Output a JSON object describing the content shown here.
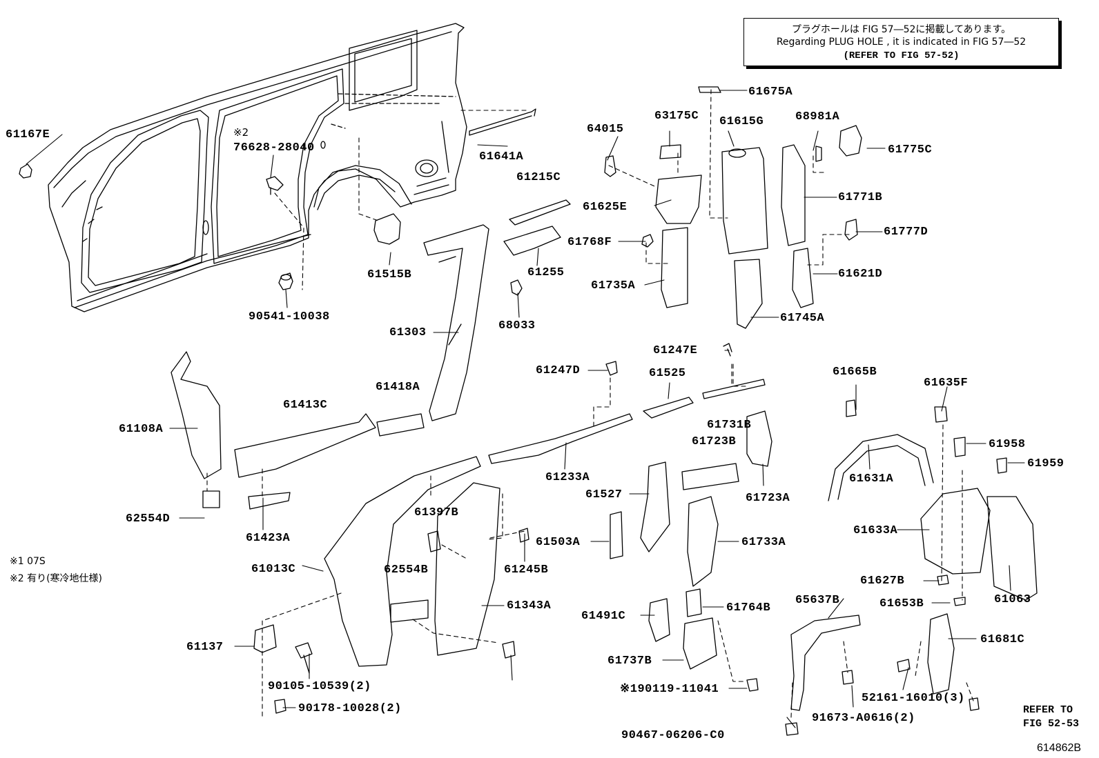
{
  "note_box": {
    "line_jp": "プラグホールは FIG 57―52に掲載してあります。",
    "line_en": "Regarding PLUG HOLE , it is indicated in FIG 57―52",
    "line_ref": "(REFER TO FIG 57-52)"
  },
  "part_labels": [
    "61167E",
    "76628-28040",
    "61641A",
    "61215C",
    "64015",
    "63175C",
    "61615G",
    "68981A",
    "61775C",
    "61675A",
    "61771B",
    "61625E",
    "61777D",
    "61768F",
    "61735A",
    "61621D",
    "61745A",
    "61515B",
    "61255",
    "90541-10038",
    "68033",
    "61303",
    "61247E",
    "61247D",
    "61525",
    "61665B",
    "61635F",
    "61108A",
    "61413C",
    "61418A",
    "61731B",
    "61958",
    "61723B",
    "61959",
    "61233A",
    "61631A",
    "61723A",
    "61527",
    "62554D",
    "61423A",
    "61397B",
    "61503A",
    "61733A",
    "61633A",
    "61013C",
    "62554B",
    "61245B",
    "61627B",
    "61653B",
    "61063",
    "61343A",
    "61491C",
    "61764B",
    "65637B",
    "61681C",
    "61137",
    "61737B",
    "90105-10539(2)",
    "※190119-11041",
    "52161-16010(3)",
    "90178-10028(2)",
    "91673-A0616(2)",
    "90467-06206-C0"
  ],
  "footnotes": {
    "note1": "※1 07S",
    "note2": "※2 有り(寒冷地仕様)",
    "mark2": "※2"
  },
  "refer_to": {
    "line1": "REFER TO",
    "line2": "FIG 52-53"
  },
  "figure_number": "614862B"
}
